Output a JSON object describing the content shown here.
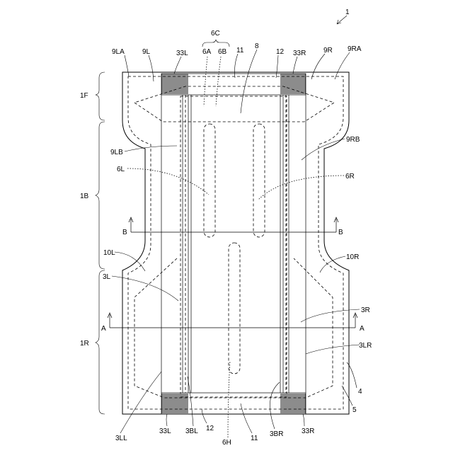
{
  "figure_ref": "1",
  "labels": {
    "6C": "6C",
    "6A": "6A",
    "6B": "6B",
    "11_top": "11",
    "8": "8",
    "12_top": "12",
    "9LA": "9LA",
    "9L": "9L",
    "33L_top": "33L",
    "33R_top": "33R",
    "9R": "9R",
    "9RA": "9RA",
    "1F": "1F",
    "1B": "1B",
    "1R": "1R",
    "9LB": "9LB",
    "9RB": "9RB",
    "6L": "6L",
    "6R": "6R",
    "B_left": "B",
    "B_right": "B",
    "A_left": "A",
    "A_right": "A",
    "10L": "10L",
    "10R": "10R",
    "3L": "3L",
    "3R": "3R",
    "3LR": "3LR",
    "4": "4",
    "5": "5",
    "3LL": "3LL",
    "33L_bottom": "33L",
    "3BL": "3BL",
    "12_bottom": "12",
    "6H": "6H",
    "11_bottom": "11",
    "3BR": "3BR",
    "33R_bottom": "33R"
  }
}
